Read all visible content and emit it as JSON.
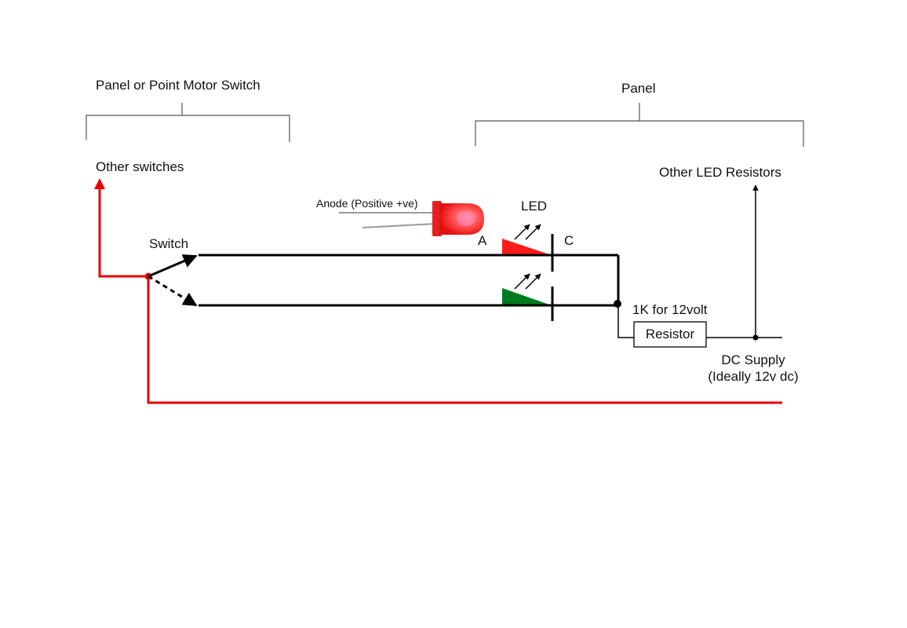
{
  "labels": {
    "panel_switch": "Panel or Point Motor Switch",
    "panel": "Panel",
    "other_switches": "Other switches",
    "other_led_resistors": "Other LED Resistors",
    "anode": "Anode (Positive +ve)",
    "led": "LED",
    "switch": "Switch",
    "anode_a": "A",
    "cathode_c": "C",
    "resistor_value": "1K for 12volt",
    "resistor": "Resistor",
    "dc_supply_1": "DC Supply",
    "dc_supply_2": "(Ideally 12v dc)"
  },
  "colors": {
    "red_wire": "#e60000",
    "black_wire": "#000000",
    "led_red": "#ff1a1a",
    "led_green": "#007a1f",
    "bracket": "#555555"
  }
}
